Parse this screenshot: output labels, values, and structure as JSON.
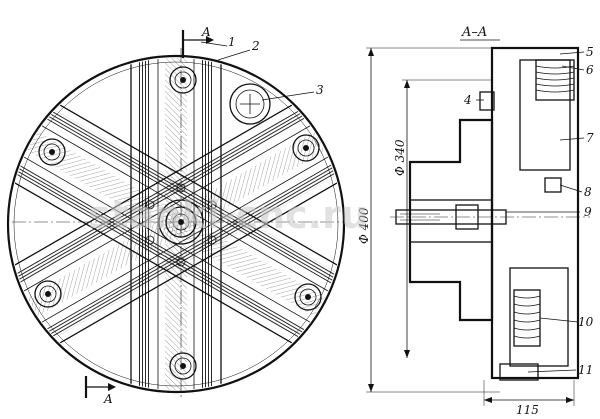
{
  "section_title": "A–A",
  "cut_marks": {
    "top": "A",
    "bottom": "A"
  },
  "dimensions": {
    "outer_diameter": "Φ 400",
    "inner_diameter": "Φ 340",
    "width": "115"
  },
  "callouts": [
    "1",
    "2",
    "3",
    "4",
    "5",
    "6",
    "7",
    "8",
    "9",
    "10",
    "11"
  ],
  "watermark": "stanki-cnc.ru",
  "colors": {
    "line": "#111111",
    "watermark": "#c8c8c8",
    "paper": "#ffffff"
  }
}
